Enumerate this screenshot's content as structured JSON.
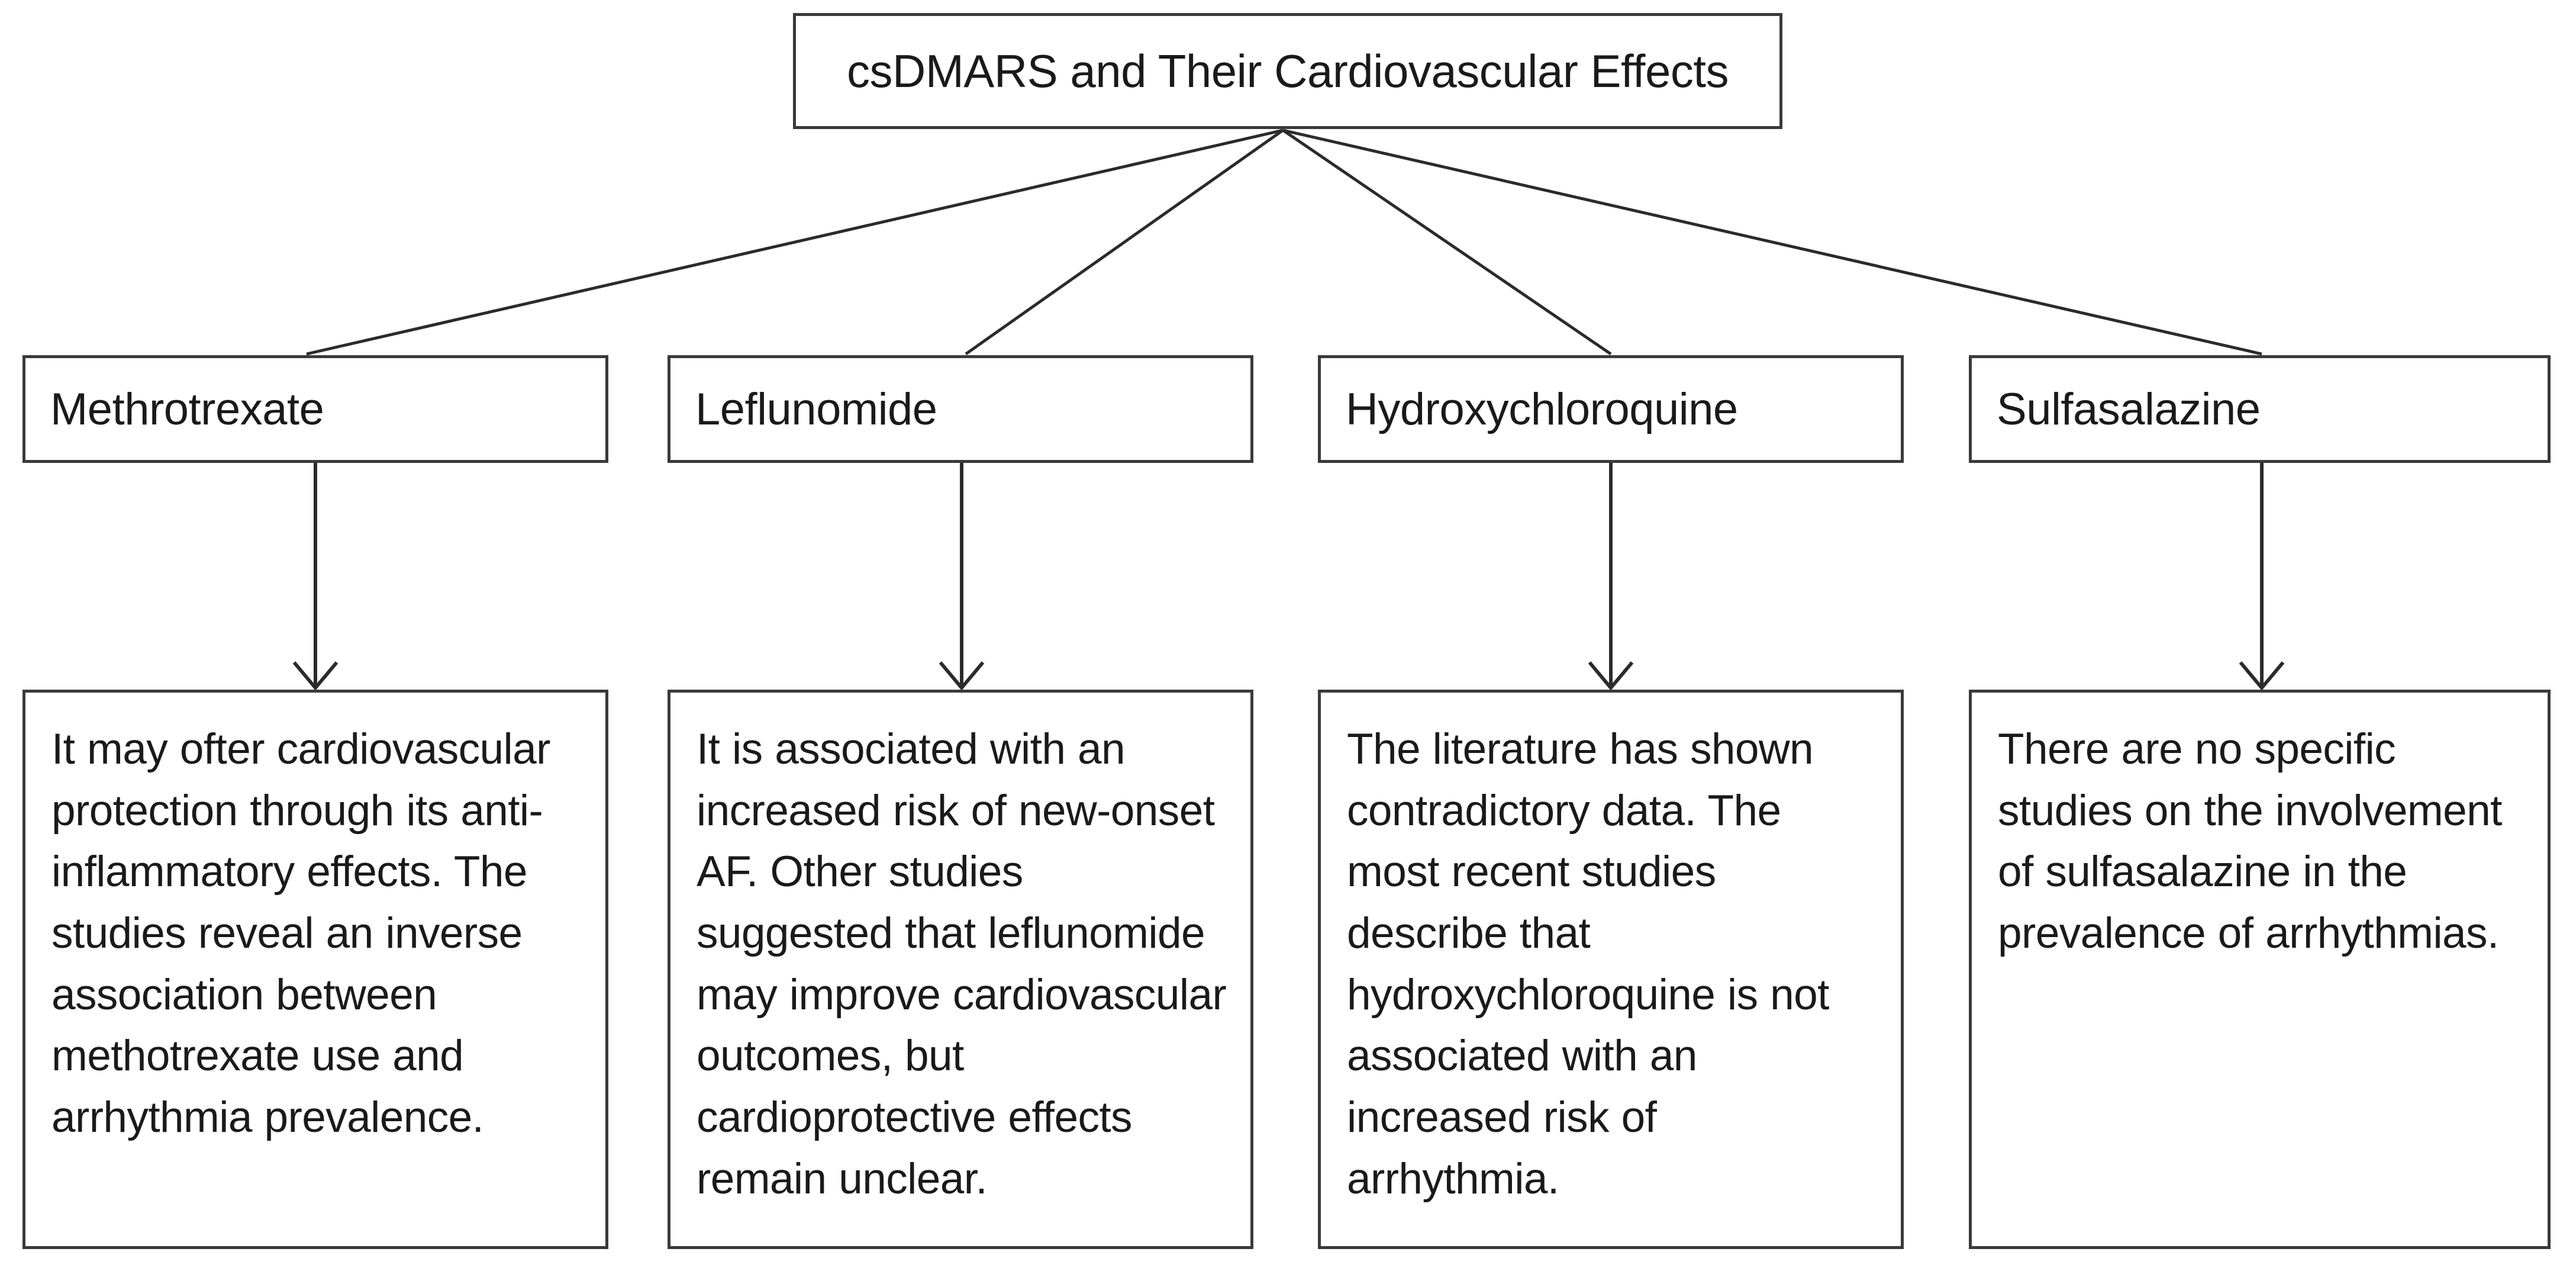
{
  "diagram": {
    "type": "flowchart",
    "orientation": "top-down",
    "title_box": {
      "label": "csDMARS and Their Cardiovascular Effects"
    },
    "branches": [
      {
        "drug_label": "Methrotrexate",
        "detail_text": "It may ofter cardiovascular protection through its anti-inflammatory effects. The studies reveal an inverse association between methotrexate use and arrhythmia prevalence."
      },
      {
        "drug_label": "Leflunomide",
        "detail_text": "It is associated with an increased risk of new-onset AF. Other studies suggested that leflunomide may improve cardiovascular outcomes, but cardioprotective effects remain unclear."
      },
      {
        "drug_label": "Hydroxychloroquine",
        "detail_text": "The literature has shown contradictory data. The most recent studies describe that hydroxychloroquine is not associated with an increased risk of arrhythmia."
      },
      {
        "drug_label": "Sulfasalazine",
        "detail_text": "There are no specific studies on the involvement of sulfasalazine in the prevalence of arrhythmias."
      }
    ],
    "colors": {
      "background": "#ffffff",
      "box_border": "#3a3a3a",
      "text": "#1a1a1a",
      "connector": "#2b2b2b"
    }
  }
}
